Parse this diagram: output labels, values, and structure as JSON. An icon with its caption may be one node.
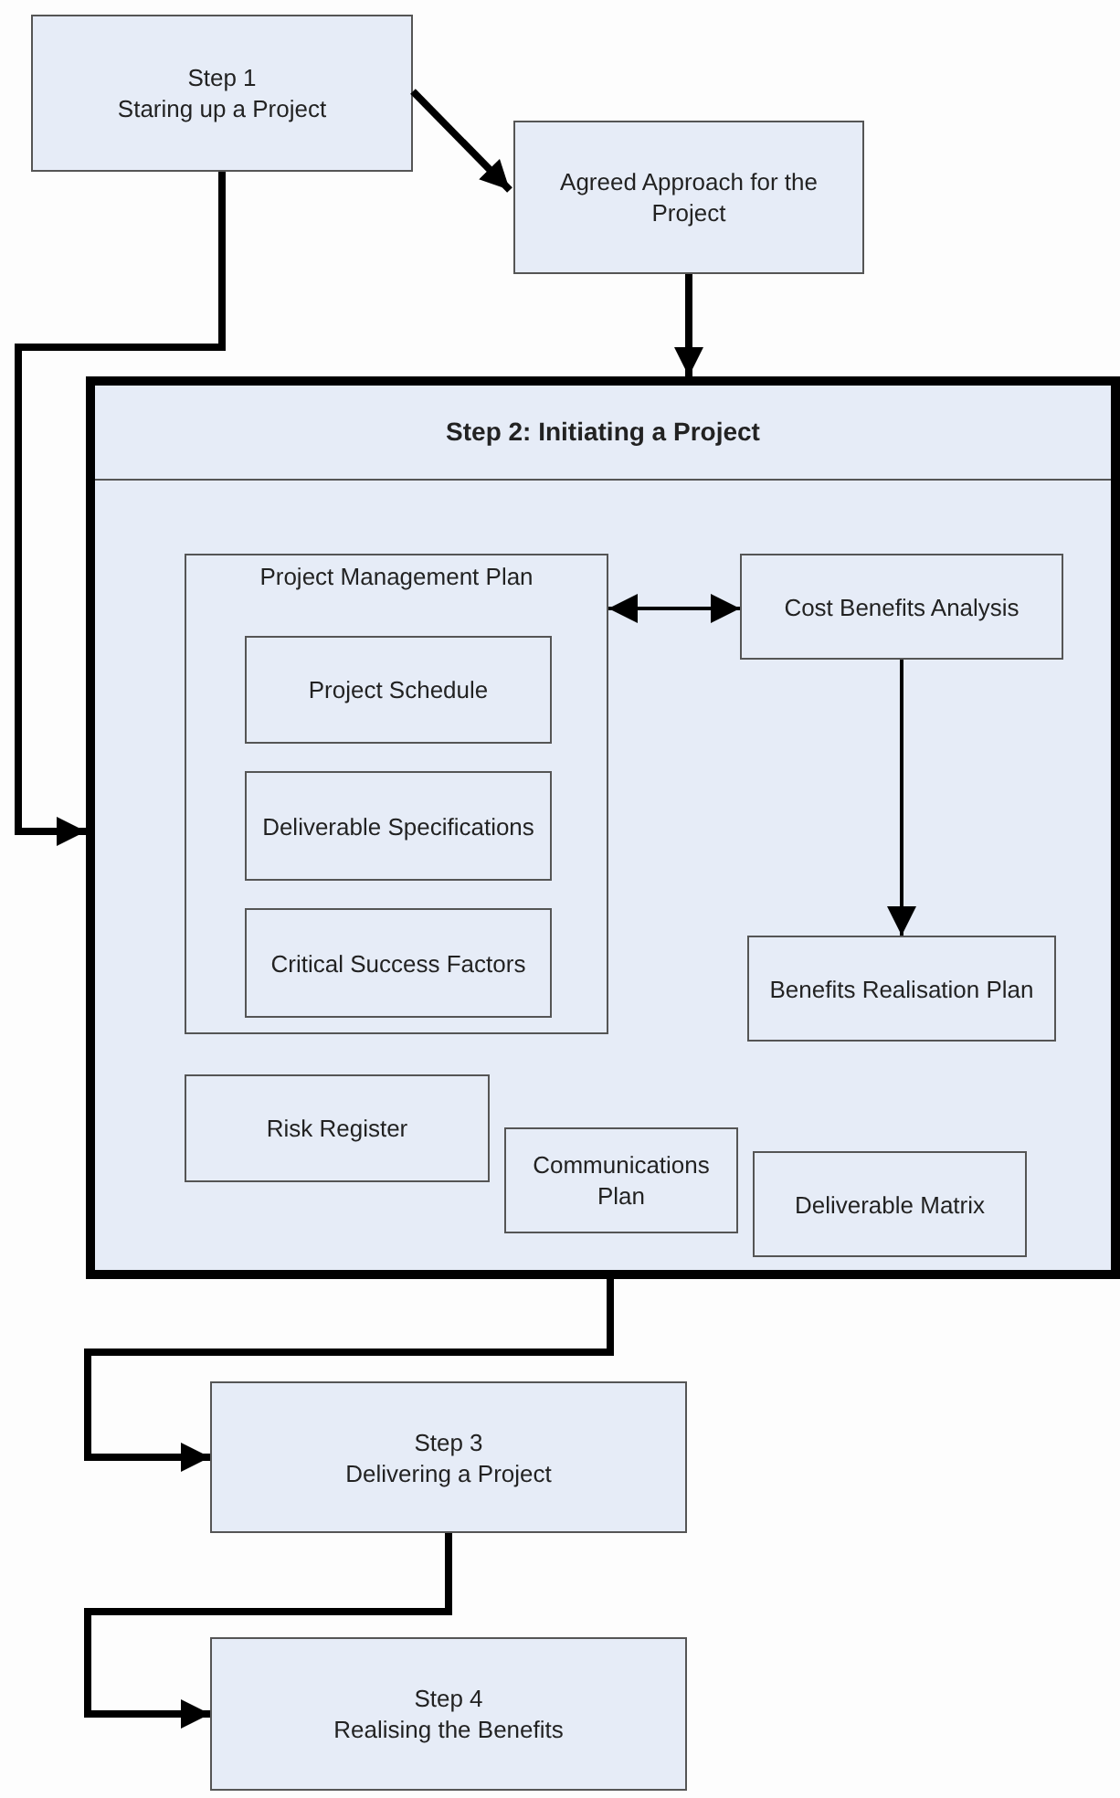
{
  "diagram": {
    "nodes": [
      {
        "text": [
          "Step 1",
          "Staring up a Project"
        ]
      },
      {
        "text": [
          "Agreed Approach for the Project"
        ]
      },
      {
        "text": [
          "Step 2: Initiating a Project"
        ]
      },
      {
        "text": [
          "Project Management Plan"
        ],
        "in": 2
      },
      {
        "text": [
          "Project Schedule"
        ],
        "in": 3
      },
      {
        "text": [
          "Deliverable Specifications"
        ],
        "in": 3
      },
      {
        "text": [
          "Critical Success Factors"
        ],
        "in": 3
      },
      {
        "text": [
          "Cost Benefits Analysis"
        ],
        "in": 2
      },
      {
        "text": [
          "Benefits Realisation Plan"
        ],
        "in": 2
      },
      {
        "text": [
          "Risk Register"
        ],
        "in": 2
      },
      {
        "text": [
          "Communications Plan"
        ],
        "in": 2
      },
      {
        "text": [
          "Deliverable Matrix"
        ],
        "in": 2
      },
      {
        "text": [
          "Step 3",
          "Delivering a Project"
        ]
      },
      {
        "text": [
          "Step 4",
          "Realising the Benefits"
        ]
      }
    ],
    "edges": [
      {
        "from": 0,
        "to": 1,
        "arrow": "to"
      },
      {
        "from": 0,
        "to": 2,
        "arrow": "to"
      },
      {
        "from": 1,
        "to": 2,
        "arrow": "to"
      },
      {
        "from": 3,
        "to": 7,
        "arrow": "both"
      },
      {
        "from": 7,
        "to": 8,
        "arrow": "to"
      },
      {
        "from": 2,
        "to": 12,
        "arrow": "to"
      },
      {
        "from": 12,
        "to": 13,
        "arrow": "to"
      }
    ]
  }
}
